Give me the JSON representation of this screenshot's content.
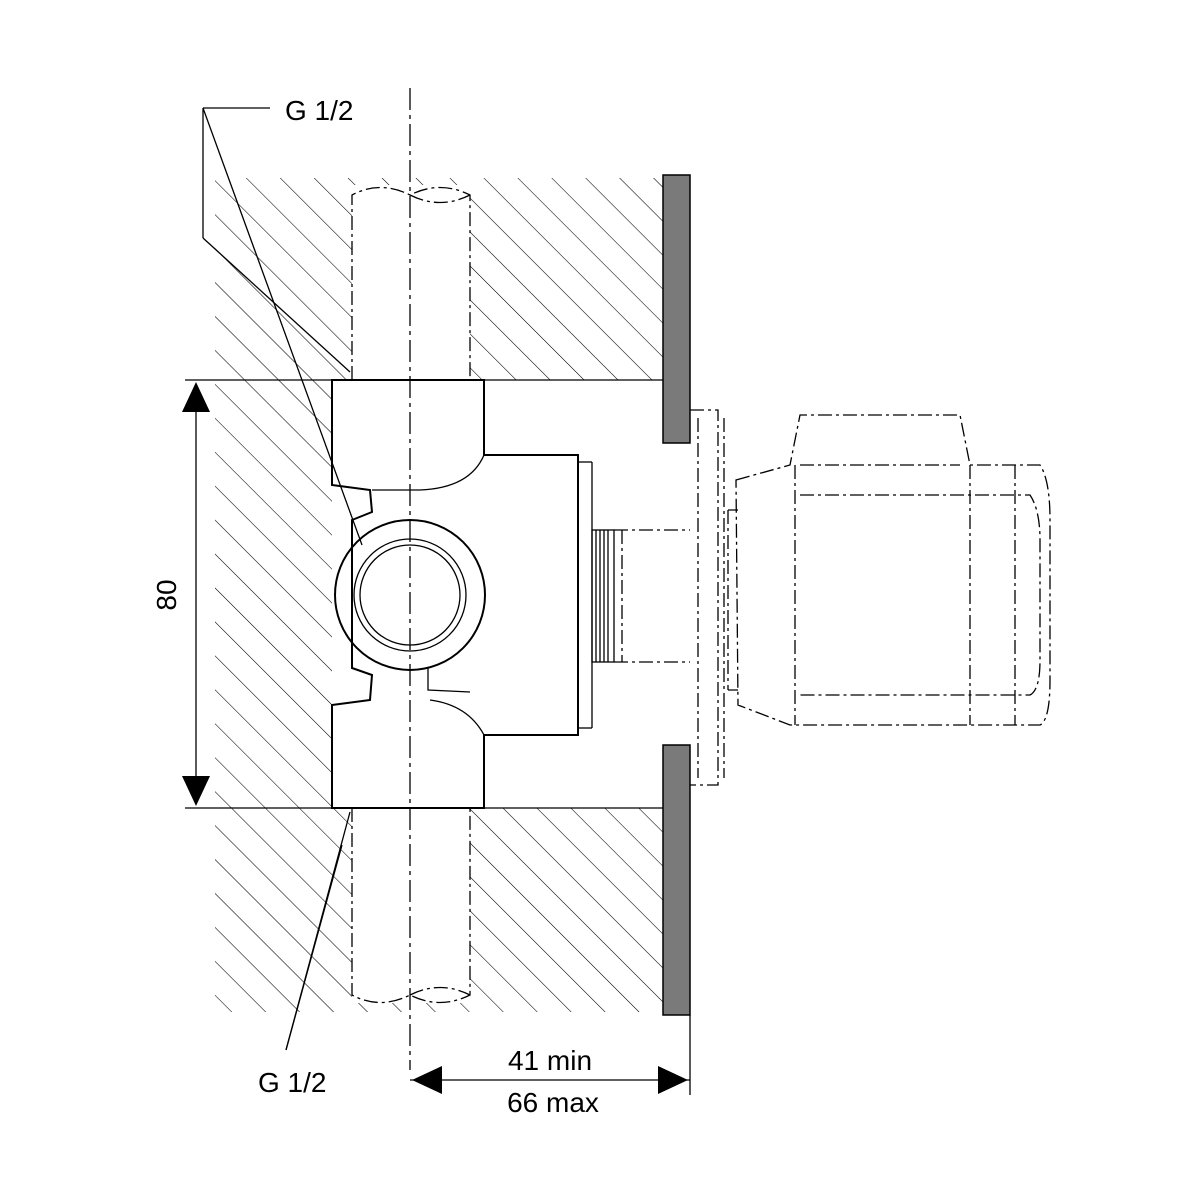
{
  "labels": {
    "thread_top": "G 1/2",
    "thread_bottom": "G 1/2",
    "height_dim": "80",
    "depth_min": "41 min",
    "depth_max": "66 max"
  },
  "colors": {
    "wall_plate": "#7a7a7a",
    "line": "#000000"
  }
}
